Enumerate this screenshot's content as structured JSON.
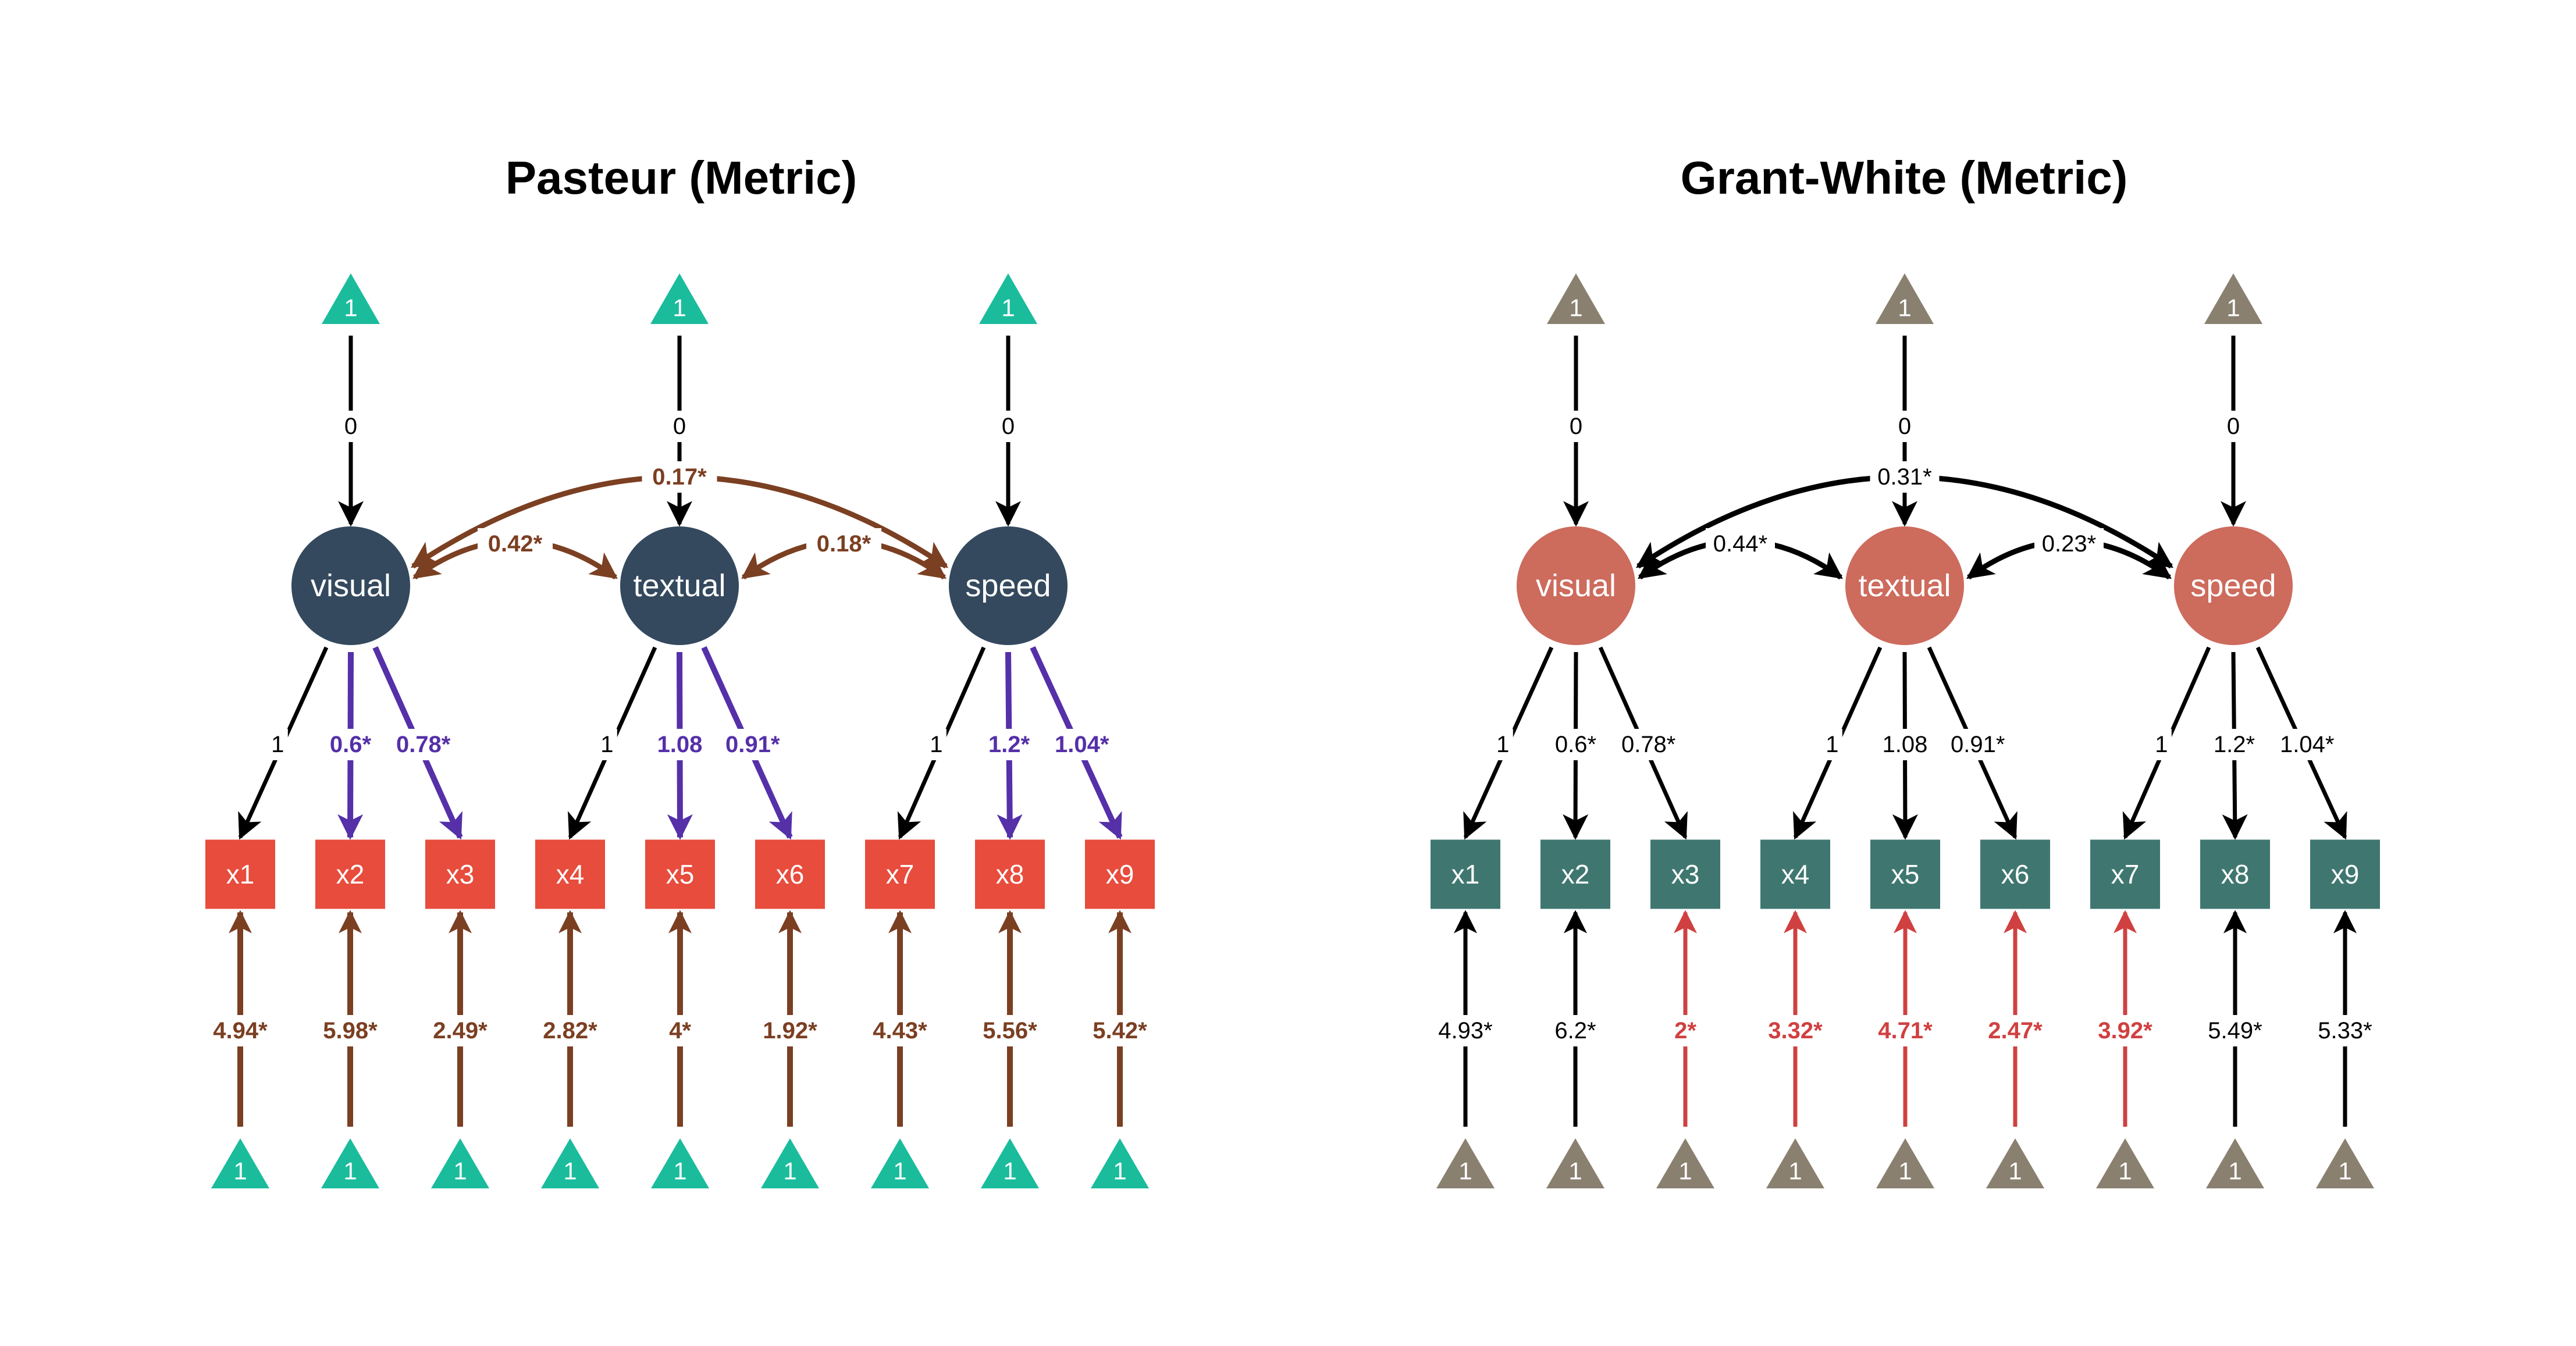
{
  "panels": [
    {
      "id": "pasteur",
      "title": "Pasteur (Metric)",
      "colors": {
        "latent_fill": "#34495E",
        "manifest_fill": "#E74C3C",
        "intercept_fill": "#1ABC9C",
        "node_text": "#FFFFFF",
        "default_edge": "#000000"
      },
      "latents": [
        {
          "name": "visual",
          "mean_label": "0",
          "mean_color": "#000000",
          "mean_bold": false
        },
        {
          "name": "textual",
          "mean_label": "0",
          "mean_color": "#000000",
          "mean_bold": false
        },
        {
          "name": "speed",
          "mean_label": "0",
          "mean_color": "#000000",
          "mean_bold": false
        }
      ],
      "intercept_symbol": "1",
      "covariances": [
        {
          "from": "visual",
          "to": "textual",
          "label": "0.42*",
          "color": "#7B3F22",
          "bold": true
        },
        {
          "from": "visual",
          "to": "speed",
          "label": "0.17*",
          "color": "#7B3F22",
          "bold": true
        },
        {
          "from": "textual",
          "to": "speed",
          "label": "0.18*",
          "color": "#7B3F22",
          "bold": true
        }
      ],
      "indicators": [
        {
          "name": "x1",
          "factor": "visual",
          "loading": "1",
          "loading_color": "#000000",
          "loading_bold": false,
          "intercept": "4.94*",
          "intercept_color": "#7B3F22",
          "intercept_bold": true
        },
        {
          "name": "x2",
          "factor": "visual",
          "loading": "0.6*",
          "loading_color": "#5530A8",
          "loading_bold": true,
          "intercept": "5.98*",
          "intercept_color": "#7B3F22",
          "intercept_bold": true
        },
        {
          "name": "x3",
          "factor": "visual",
          "loading": "0.78*",
          "loading_color": "#5530A8",
          "loading_bold": true,
          "intercept": "2.49*",
          "intercept_color": "#7B3F22",
          "intercept_bold": true
        },
        {
          "name": "x4",
          "factor": "textual",
          "loading": "1",
          "loading_color": "#000000",
          "loading_bold": false,
          "intercept": "2.82*",
          "intercept_color": "#7B3F22",
          "intercept_bold": true
        },
        {
          "name": "x5",
          "factor": "textual",
          "loading": "1.08",
          "loading_color": "#5530A8",
          "loading_bold": true,
          "intercept": "4*",
          "intercept_color": "#7B3F22",
          "intercept_bold": true
        },
        {
          "name": "x6",
          "factor": "textual",
          "loading": "0.91*",
          "loading_color": "#5530A8",
          "loading_bold": true,
          "intercept": "1.92*",
          "intercept_color": "#7B3F22",
          "intercept_bold": true
        },
        {
          "name": "x7",
          "factor": "speed",
          "loading": "1",
          "loading_color": "#000000",
          "loading_bold": false,
          "intercept": "4.43*",
          "intercept_color": "#7B3F22",
          "intercept_bold": true
        },
        {
          "name": "x8",
          "factor": "speed",
          "loading": "1.2*",
          "loading_color": "#5530A8",
          "loading_bold": true,
          "intercept": "5.56*",
          "intercept_color": "#7B3F22",
          "intercept_bold": true
        },
        {
          "name": "x9",
          "factor": "speed",
          "loading": "1.04*",
          "loading_color": "#5530A8",
          "loading_bold": true,
          "intercept": "5.42*",
          "intercept_color": "#7B3F22",
          "intercept_bold": true
        }
      ]
    },
    {
      "id": "grant-white",
      "title": "Grant-White (Metric)",
      "colors": {
        "latent_fill": "#CD6B5D",
        "manifest_fill": "#3F7770",
        "intercept_fill": "#8A8070",
        "node_text": "#FFFFFF",
        "default_edge": "#000000"
      },
      "latents": [
        {
          "name": "visual",
          "mean_label": "0",
          "mean_color": "#000000",
          "mean_bold": false
        },
        {
          "name": "textual",
          "mean_label": "0",
          "mean_color": "#000000",
          "mean_bold": false
        },
        {
          "name": "speed",
          "mean_label": "0",
          "mean_color": "#000000",
          "mean_bold": false
        }
      ],
      "intercept_symbol": "1",
      "covariances": [
        {
          "from": "visual",
          "to": "textual",
          "label": "0.44*",
          "color": "#000000",
          "bold": false
        },
        {
          "from": "visual",
          "to": "speed",
          "label": "0.31*",
          "color": "#000000",
          "bold": false
        },
        {
          "from": "textual",
          "to": "speed",
          "label": "0.23*",
          "color": "#000000",
          "bold": false
        }
      ],
      "indicators": [
        {
          "name": "x1",
          "factor": "visual",
          "loading": "1",
          "loading_color": "#000000",
          "loading_bold": false,
          "intercept": "4.93*",
          "intercept_color": "#000000",
          "intercept_bold": false
        },
        {
          "name": "x2",
          "factor": "visual",
          "loading": "0.6*",
          "loading_color": "#000000",
          "loading_bold": false,
          "intercept": "6.2*",
          "intercept_color": "#000000",
          "intercept_bold": false
        },
        {
          "name": "x3",
          "factor": "visual",
          "loading": "0.78*",
          "loading_color": "#000000",
          "loading_bold": false,
          "intercept": "2*",
          "intercept_color": "#D04040",
          "intercept_bold": true
        },
        {
          "name": "x4",
          "factor": "textual",
          "loading": "1",
          "loading_color": "#000000",
          "loading_bold": false,
          "intercept": "3.32*",
          "intercept_color": "#D04040",
          "intercept_bold": true
        },
        {
          "name": "x5",
          "factor": "textual",
          "loading": "1.08",
          "loading_color": "#000000",
          "loading_bold": false,
          "intercept": "4.71*",
          "intercept_color": "#D04040",
          "intercept_bold": true
        },
        {
          "name": "x6",
          "factor": "textual",
          "loading": "0.91*",
          "loading_color": "#000000",
          "loading_bold": false,
          "intercept": "2.47*",
          "intercept_color": "#D04040",
          "intercept_bold": true
        },
        {
          "name": "x7",
          "factor": "speed",
          "loading": "1",
          "loading_color": "#000000",
          "loading_bold": false,
          "intercept": "3.92*",
          "intercept_color": "#D04040",
          "intercept_bold": true
        },
        {
          "name": "x8",
          "factor": "speed",
          "loading": "1.2*",
          "loading_color": "#000000",
          "loading_bold": false,
          "intercept": "5.49*",
          "intercept_color": "#000000",
          "intercept_bold": false
        },
        {
          "name": "x9",
          "factor": "speed",
          "loading": "1.04*",
          "loading_color": "#000000",
          "loading_bold": false,
          "intercept": "5.33*",
          "intercept_color": "#000000",
          "intercept_bold": false
        }
      ]
    }
  ]
}
